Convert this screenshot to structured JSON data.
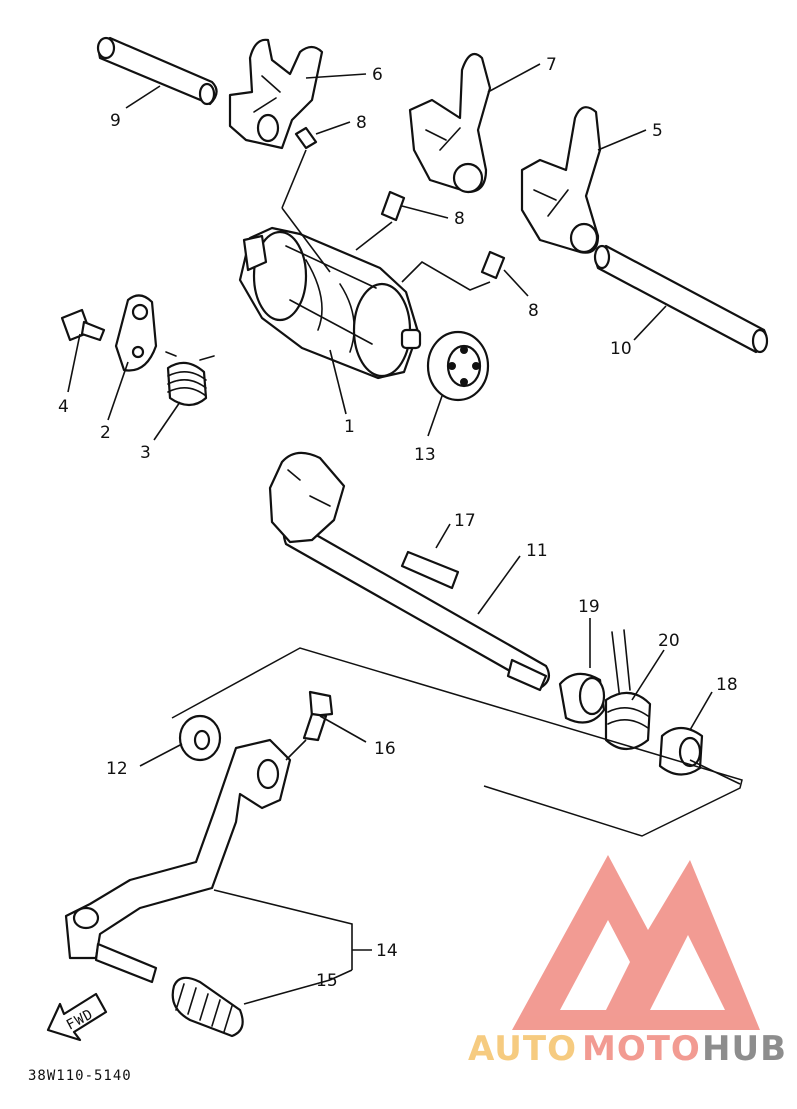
{
  "diagram": {
    "part_numbers": {
      "p1": "1",
      "p2": "2",
      "p3": "3",
      "p4": "4",
      "p5": "5",
      "p6": "6",
      "p7": "7",
      "p8a": "8",
      "p8b": "8",
      "p8c": "8",
      "p9": "9",
      "p10": "10",
      "p11": "11",
      "p12": "12",
      "p13": "13",
      "p14": "14",
      "p15": "15",
      "p16": "16",
      "p17": "17",
      "p18": "18",
      "p19": "19",
      "p20": "20"
    },
    "fwd_arrow_text": "FWD",
    "drawing_code": "38W110-5140"
  },
  "watermark": {
    "text_part1": "AUTO",
    "text_part2": "MOTO",
    "text_part3": "HUB",
    "colors": {
      "accent": "#f08a80",
      "gold": "#f5c36a",
      "gray": "#7a7a7a"
    }
  }
}
